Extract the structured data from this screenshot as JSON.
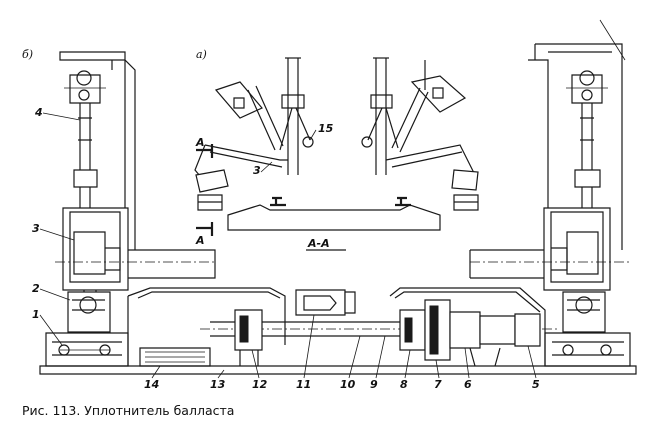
{
  "caption": "Рис. 113. Уплотнитель балласта",
  "view_labels": {
    "b": "б)",
    "a": "а)"
  },
  "section": {
    "marker": "А",
    "title": "А-А"
  },
  "parts": [
    "1",
    "2",
    "3",
    "4",
    "5",
    "6",
    "7",
    "8",
    "9",
    "10",
    "11",
    "12",
    "13",
    "14",
    "15"
  ],
  "part_labels_upper": {
    "p4": "4",
    "p3": "3",
    "p2": "2",
    "p1": "1",
    "p15": "15",
    "p3a": "3"
  },
  "part_labels_lower": [
    "14",
    "13",
    "12",
    "11",
    "10",
    "9",
    "8",
    "7",
    "6",
    "5"
  ]
}
